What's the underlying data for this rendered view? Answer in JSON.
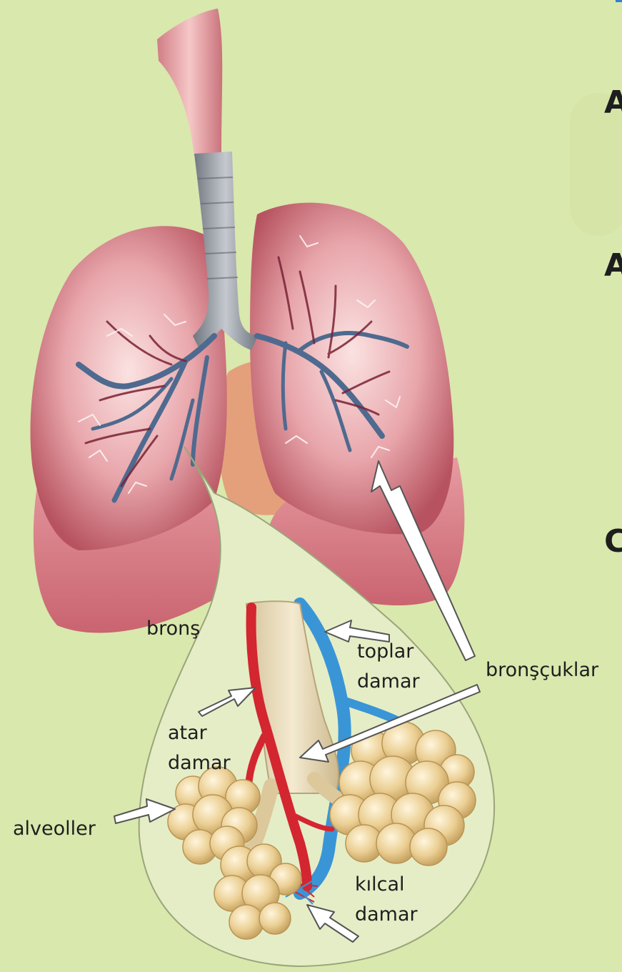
{
  "labels": {
    "bronch": "bronş",
    "vein_line1": "toplar",
    "vein_line2": "damar",
    "bronchioles": "bronşçuklar",
    "artery_line1": "atar",
    "artery_line2": "damar",
    "alveoli": "alveoller",
    "capillary_line1": "kılcal",
    "capillary_line2": "damar"
  },
  "edge_letters": [
    "A",
    "A",
    "C"
  ],
  "colors": {
    "background": "#d9e8ad",
    "lung": "#d9848c",
    "trachea": "#8e949c",
    "bronchi": "#4f6a8f",
    "artery": "#d32630",
    "vein": "#3a95d6",
    "alveoli": "#e6c98c",
    "inset": "#e5edc6"
  }
}
